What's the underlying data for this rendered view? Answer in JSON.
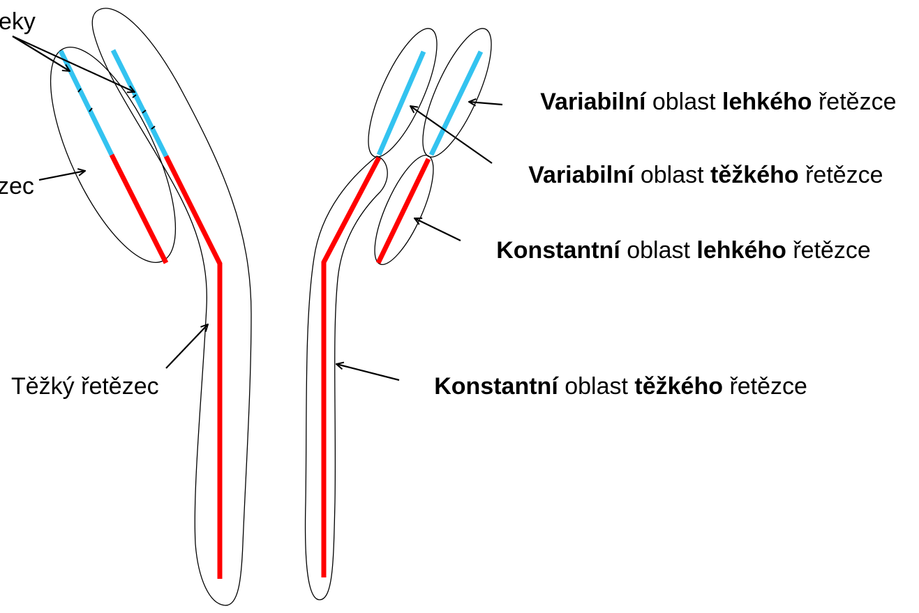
{
  "colors": {
    "variable_region": "#33c3f0",
    "constant_region": "#ff0000",
    "outline": "#000000",
    "background": "#ffffff"
  },
  "labels": {
    "partial_top_left": "eky",
    "partial_left": "zec",
    "heavy_chain": "Těžký řetězec",
    "var_light": {
      "bold": "Variabilní",
      "mid": " oblast ",
      "bold2": "lehkého",
      "end": " řetězce"
    },
    "var_heavy": {
      "bold": "Variabilní",
      "mid": " oblast ",
      "bold2": "těžkého",
      "end": " řetězce"
    },
    "const_light": {
      "bold": "Konstantní",
      "mid": " oblast ",
      "bold2": "lehkého",
      "end": " řetězce"
    },
    "const_heavy": {
      "bold": "Konstantní",
      "mid": " oblast ",
      "bold2": "těžkého",
      "end": " řetězce"
    }
  }
}
